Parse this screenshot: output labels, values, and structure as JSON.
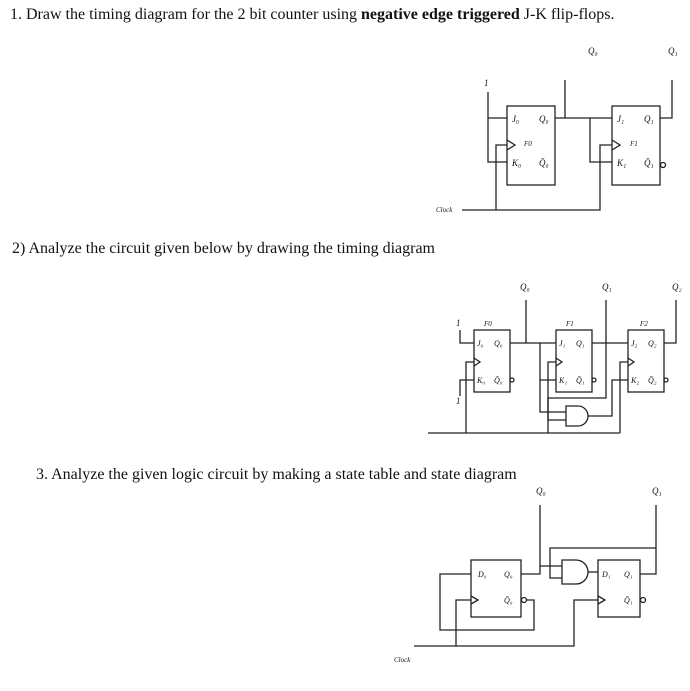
{
  "q1": {
    "prefix": "1. Draw the timing diagram for the 2 bit counter using ",
    "bold": "negative edge triggered",
    "suffix": " J-K flip-flops.",
    "labels": {
      "q0_out": "Q₀",
      "q1_out": "Q₁",
      "const_one": "1",
      "ff0_j": "J₀",
      "ff0_q": "Q₀",
      "ff0_name": "F0",
      "ff0_k": "K₀",
      "ff0_qbar": "Q̄₀",
      "ff1_j": "J₁",
      "ff1_q": "Q₁",
      "ff1_name": "F1",
      "ff1_k": "K₁",
      "ff1_qbar": "Q̄₁",
      "clock": "Clock"
    }
  },
  "q2": {
    "text": "2) Analyze the circuit given below by drawing the timing diagram",
    "labels": {
      "q0_out": "Q₀",
      "q1_out": "Q₁",
      "q2_out": "Q₂",
      "const_one_top": "1",
      "const_one_bottom": "1",
      "ff0_name": "F0",
      "ff1_name": "F1",
      "ff2_name": "F2",
      "ff0_j": "J₀",
      "ff0_q": "Q₀",
      "ff0_k": "K₀",
      "ff0_qbar": "Q̄₀",
      "ff1_j": "J₁",
      "ff1_q": "Q₁",
      "ff1_k": "K₁",
      "ff1_qbar": "Q̄₁",
      "ff2_j": "J₂",
      "ff2_q": "Q₂",
      "ff2_k": "K₂",
      "ff2_qbar": "Q̄₂"
    }
  },
  "q3": {
    "text": "3. Analyze the given logic circuit by making a state table and state diagram",
    "labels": {
      "q0_out": "Q₀",
      "q1_out": "Q₁",
      "ff0_d": "D₀",
      "ff0_q": "Q₀",
      "ff0_qbar": "Q̄₀",
      "ff1_d": "D₁",
      "ff1_q": "Q₁",
      "ff1_qbar": "Q̄₁",
      "clock": "Clock"
    }
  }
}
